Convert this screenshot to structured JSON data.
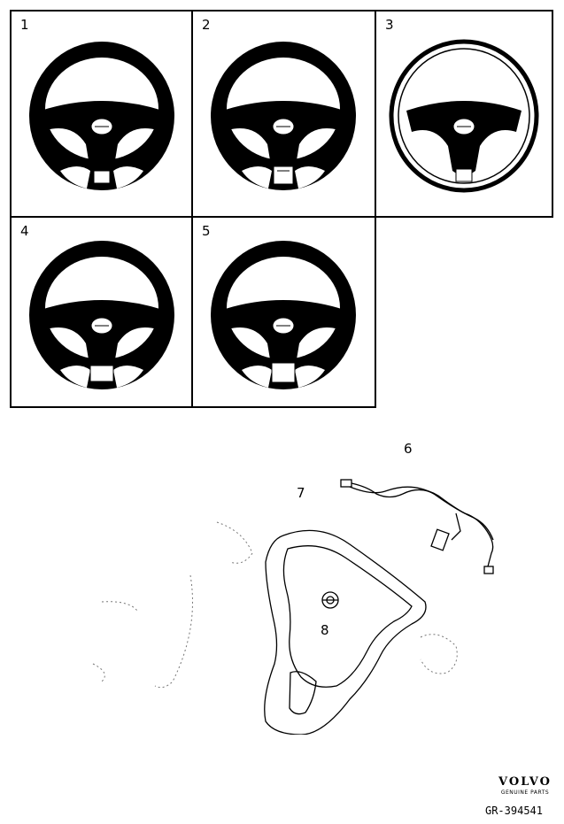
{
  "cells": [
    {
      "label": "1",
      "variant": "dark"
    },
    {
      "label": "2",
      "variant": "dark"
    },
    {
      "label": "3",
      "variant": "light"
    },
    {
      "label": "4",
      "variant": "dark"
    },
    {
      "label": "5",
      "variant": "dark"
    }
  ],
  "callouts": {
    "wiring": "6",
    "cover": "7",
    "emblem": "8"
  },
  "brand": {
    "logo": "VOLVO",
    "subtitle": "GENUINE PARTS"
  },
  "reference": "GR-394541"
}
